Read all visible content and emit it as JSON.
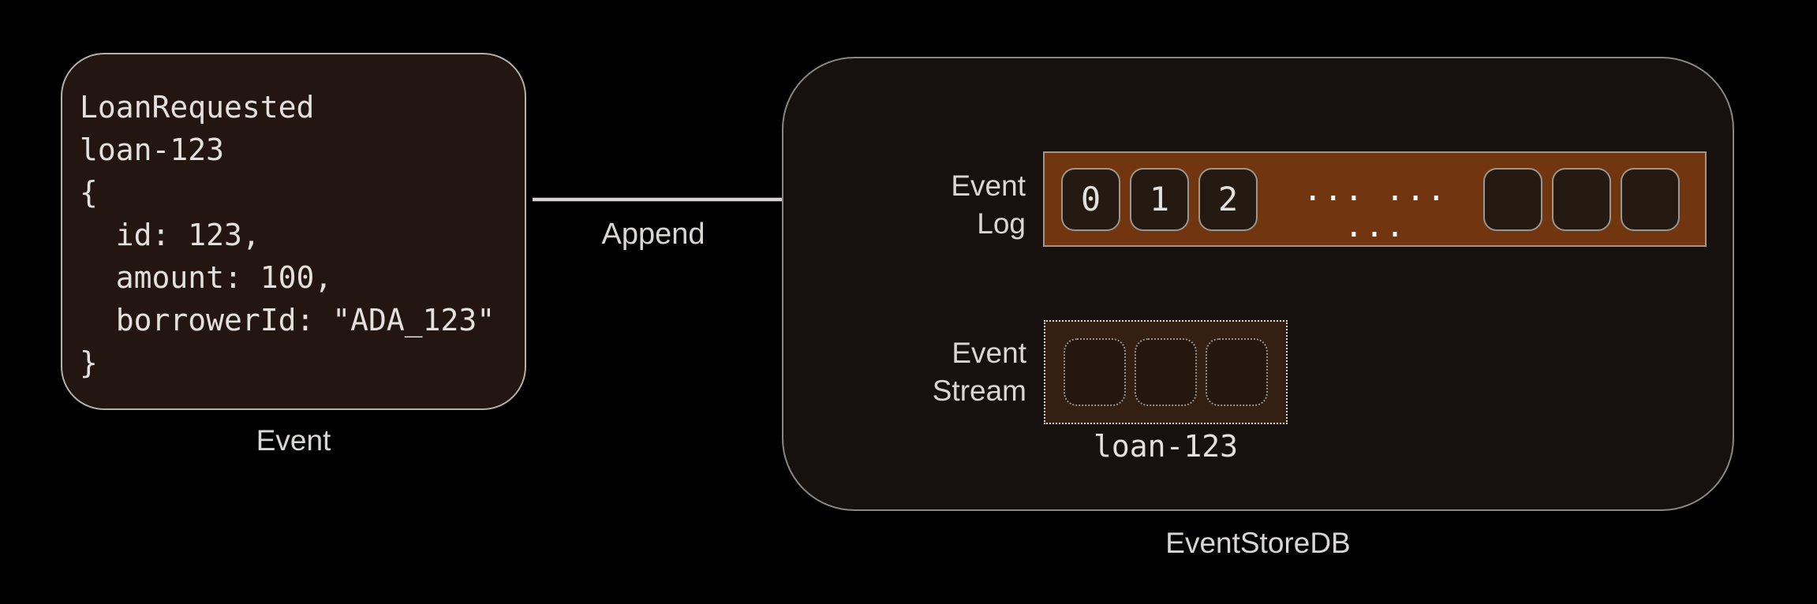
{
  "colors": {
    "background": "#000000",
    "event_box_fill": "#231610",
    "event_box_border": "#b3afa9",
    "container_fill": "#16110e",
    "container_border": "#8a8680",
    "log_bar_fill": "#713610",
    "cell_fill": "#241a12",
    "cell_border": "#9b968f",
    "stream_box_fill": "#342013",
    "stream_border": "#d8d5d2",
    "stream_cell_border": "#9b958e",
    "arrow": "#d6d3d0",
    "text_code": "#e3e0dd",
    "text_label": "#d9d6d3"
  },
  "event_card": {
    "code_lines": [
      "LoanRequested",
      "loan-123",
      "{",
      "  id: 123,",
      "  amount: 100,",
      "  borrowerId: \"ADA_123\"",
      "}"
    ],
    "caption": "Event"
  },
  "append_arrow": {
    "label": "Append"
  },
  "store": {
    "caption": "EventStoreDB",
    "event_log": {
      "label_line1": "Event",
      "label_line2": "Log",
      "numbered_cells": [
        "0",
        "1",
        "2"
      ],
      "ellipsis": "... ... ...",
      "empty_cell_count": 3
    },
    "event_stream": {
      "label_line1": "Event",
      "label_line2": "Stream",
      "empty_cell_count": 3,
      "caption": "loan-123"
    }
  }
}
